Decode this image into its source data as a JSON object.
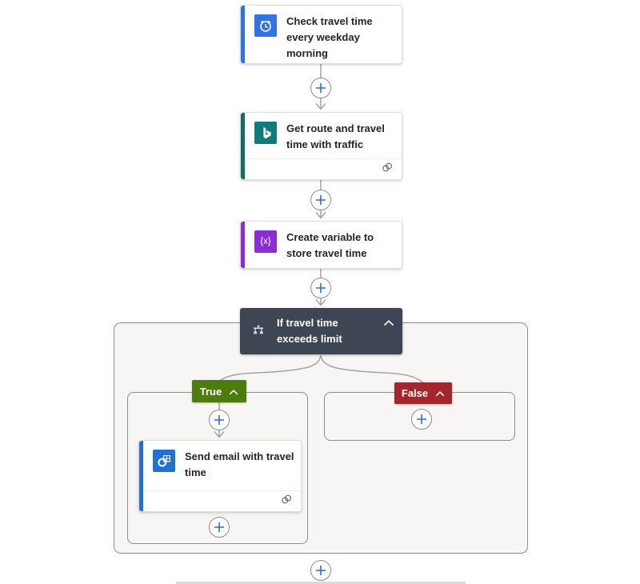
{
  "app": "flow-designer-canvas",
  "colors": {
    "canvas_bg": "#ffffff",
    "scope_bg": "#f7f6f4",
    "scope_border": "#8f8d8b",
    "connector": "#a6a4a2",
    "plus_accent": "#2b6bd8",
    "condition_bg": "#3e4553",
    "trigger_accent": "#2e74e8",
    "bing_accent": "#0d6e6b",
    "bing_icon_bg": "#0e7c7c",
    "variable_accent": "#8a2dd8",
    "outlook_accent": "#2170d4",
    "true_bg": "#4d7c0d",
    "false_bg": "#a4262c"
  },
  "flow": {
    "trigger_card": {
      "title": "Check travel time every weekday morning",
      "icon": "recurrence-clock-icon"
    },
    "action_cards": [
      {
        "title": "Get route and travel time with traffic",
        "icon": "bing-maps-icon",
        "footer_icon": "connections-icon"
      },
      {
        "title": "Create variable to store travel time",
        "icon": "variable-icon",
        "icon_text": "{x}"
      }
    ],
    "condition": {
      "title": "If travel time exceeds limit",
      "icon": "condition-icon",
      "collapse_icon": "chevron-up-icon",
      "branches": {
        "true": {
          "label": "True"
        },
        "false": {
          "label": "False"
        }
      },
      "true_branch_action": {
        "title": "Send email with travel time",
        "icon": "outlook-icon",
        "footer_icon": "connections-icon"
      }
    }
  }
}
